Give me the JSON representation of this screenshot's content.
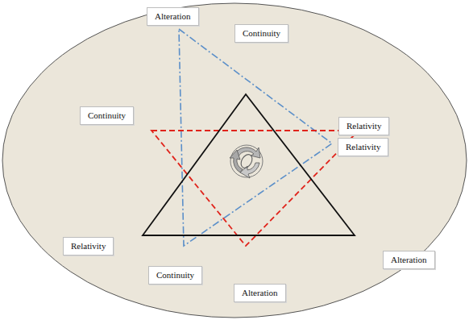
{
  "diagram": {
    "nodes": [
      {
        "text": [
          "Alteration"
        ]
      },
      {
        "text": [
          "Continuity"
        ]
      },
      {
        "text": [
          "Continuity"
        ]
      },
      {
        "text": [
          "Relativity"
        ]
      },
      {
        "text": [
          "Relativity"
        ]
      },
      {
        "text": [
          "Relativity"
        ]
      },
      {
        "text": [
          "Alteration"
        ]
      },
      {
        "text": [
          "Continuity"
        ]
      },
      {
        "text": [
          "Alteration"
        ]
      }
    ]
  }
}
